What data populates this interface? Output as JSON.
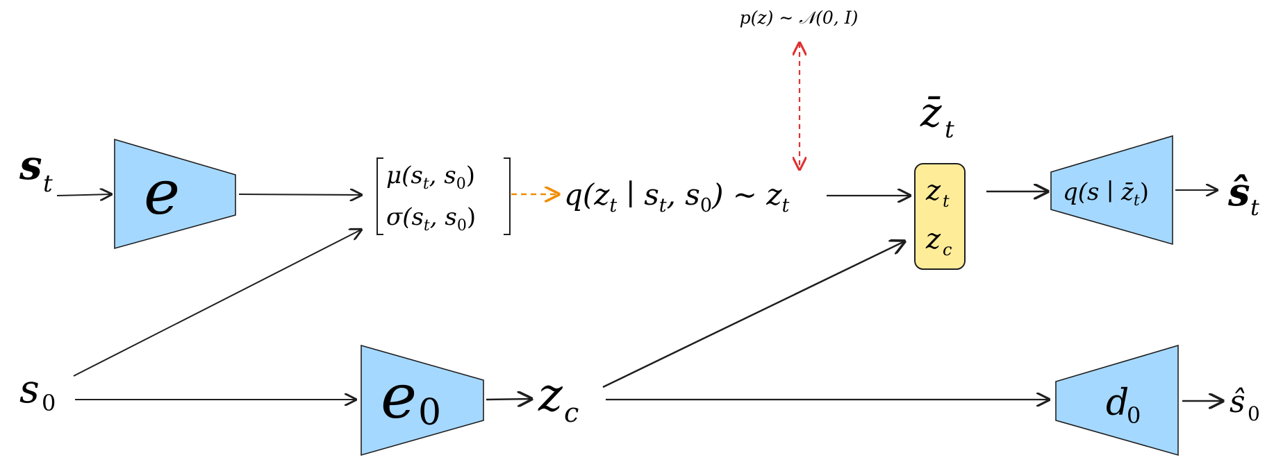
{
  "colors": {
    "encoder_fill": "#a5d8ff",
    "latent_fill": "#ffec99",
    "stroke": "#1e1e1e",
    "orange_arrow": "#f08c00",
    "red_arrow": "#e03131"
  },
  "inputs": {
    "s_t": {
      "base": "s",
      "sub": "t"
    },
    "s_0": {
      "base": "s",
      "sub": "0"
    }
  },
  "encoders": {
    "e": {
      "base": "e",
      "sub": ""
    },
    "e_0": {
      "base": "e",
      "sub": "0"
    },
    "decoder_q": "q(s ∣ z̄",
    "decoder_q_sub": "t",
    "decoder_q_close": ")",
    "d_0": {
      "base": "d",
      "sub": "0"
    }
  },
  "params": {
    "mu": "μ(s",
    "mu_sub1": "t",
    "mu_mid": ", s",
    "mu_sub2": "0",
    "mu_close": ")",
    "sigma": "σ(s",
    "sigma_sub1": "t",
    "sigma_mid": ", s",
    "sigma_sub2": "0",
    "sigma_close": ")"
  },
  "posterior": {
    "q": "q(z",
    "q_sub": "t",
    "q_mid": " ∣ s",
    "q_sub2": "t",
    "q_mid2": ", s",
    "q_sub3": "0",
    "q_close": ") ∼ z",
    "z_sub": "t"
  },
  "prior": {
    "text": "p(z) ∼ 𝒩(0, I)"
  },
  "latents": {
    "zbar": {
      "base": "z̄",
      "sub": "t"
    },
    "z_t": {
      "base": "z",
      "sub": "t"
    },
    "z_c_box": {
      "base": "z",
      "sub": "c"
    },
    "z_c": {
      "base": "z",
      "sub": "c"
    }
  },
  "outputs": {
    "s_hat_t": {
      "base": "ŝ",
      "sub": "t"
    },
    "s_hat_0": {
      "base": "ŝ",
      "sub": "0"
    }
  }
}
